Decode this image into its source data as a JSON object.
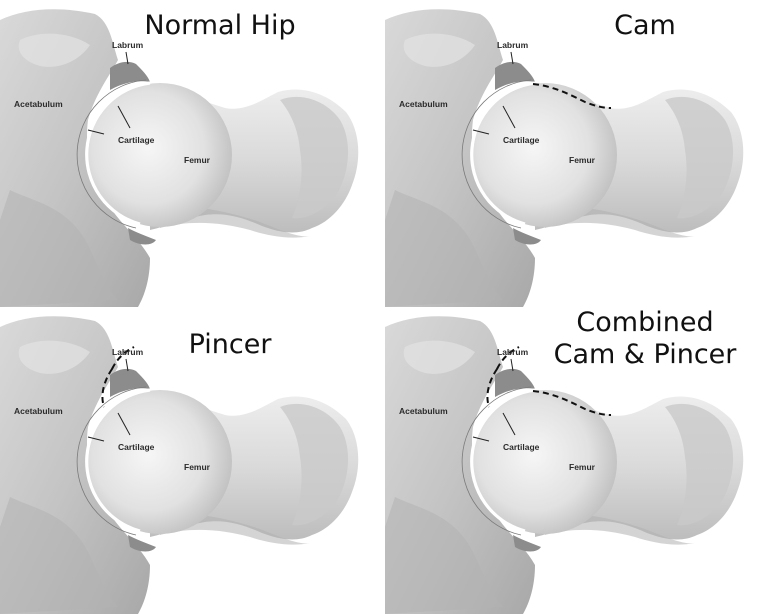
{
  "panels": [
    {
      "title_lines": [
        "Normal Hip"
      ],
      "labels": {
        "labrum": "Labrum",
        "acetabulum": "Acetabulum",
        "cartilage": "Cartilage",
        "femur": "Femur"
      },
      "cam_outline": false,
      "pincer_outline": false
    },
    {
      "title_lines": [
        "Cam"
      ],
      "labels": {
        "labrum": "Labrum",
        "acetabulum": "Acetabulum",
        "cartilage": "Cartilage",
        "femur": "Femur"
      },
      "cam_outline": true,
      "pincer_outline": false
    },
    {
      "title_lines": [
        "Pincer"
      ],
      "labels": {
        "labrum": "Labrum",
        "acetabulum": "Acetabulum",
        "cartilage": "Cartilage",
        "femur": "Femur"
      },
      "cam_outline": false,
      "pincer_outline": true
    },
    {
      "title_lines": [
        "Combined",
        "Cam & Pincer"
      ],
      "labels": {
        "labrum": "Labrum",
        "acetabulum": "Acetabulum",
        "cartilage": "Cartilage",
        "femur": "Femur"
      },
      "cam_outline": true,
      "pincer_outline": true
    }
  ],
  "colors": {
    "bone_light": "#ececec",
    "bone_mid": "#cfcfcf",
    "bone_dark": "#9a9a9a",
    "labrum": "#8c8c8c",
    "cartilage": "#ffffff",
    "outline_dash": "#111111"
  }
}
